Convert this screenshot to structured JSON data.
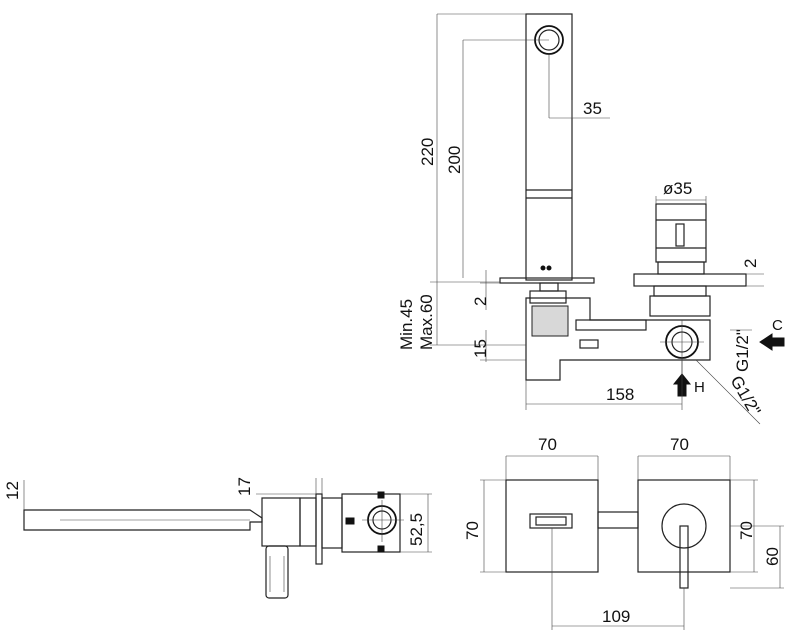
{
  "dimensions": {
    "spout_total_height": "220",
    "spout_height": "200",
    "spout_depth": "35",
    "handle_diameter": "ø35",
    "plate_thickness_right": "2",
    "plate_thickness_left": "2",
    "wall_depth": "Min.45\nMax.60",
    "wall_depth_min": "Min.45",
    "wall_depth_max": "Max.60",
    "pipe_offset": "15",
    "body_width": "158",
    "cold_inlet_label": "C",
    "hot_inlet_label": "H",
    "thread_cold": "G1/2\"",
    "thread_hot": "G1/2\"",
    "side_top": "12",
    "side_plate": "17",
    "side_body": "52,5",
    "front_plate_left_width": "70",
    "front_plate_right_width": "70",
    "front_plate_left_height": "70",
    "front_plate_right_height": "70",
    "front_handle_height": "60",
    "front_center_distance": "109"
  }
}
